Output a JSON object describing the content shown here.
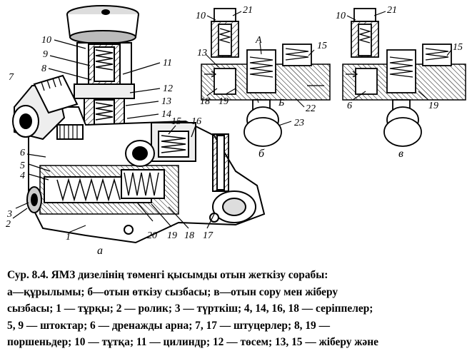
{
  "figure": {
    "main_labels": [
      "1",
      "2",
      "3",
      "4",
      "5",
      "6",
      "7",
      "8",
      "9",
      "10",
      "11",
      "12",
      "13",
      "14",
      "15",
      "16",
      "17",
      "18",
      "19",
      "20"
    ],
    "main_caption": "а",
    "b_labels": [
      "10",
      "21",
      "13",
      "А",
      "15",
      "18",
      "19",
      "Б",
      "22",
      "23"
    ],
    "b_caption": "б",
    "v_labels": [
      "10",
      "21",
      "15",
      "6",
      "19"
    ],
    "v_caption": "в"
  },
  "caption": {
    "lines": [
      "Сур. 8.4. ЯМЗ дизелінің төменгі қысымды отын жеткізу сорабы:",
      "а—құрылымы; б—отын өткізу сызбасы; в—отын сору мен жіберу",
      "сызбасы;  1 — тұрқы; 2 — ролик; 3 — түрткіш;  4, 14, 16, 18 — серіппелер;",
      "5, 9 — штоктар; 6 — дренажды арна; 7, 17 — штуцерлер; 8, 19 —",
      "поршеньдер; 10 — тұтқа; 11 — цилиндр; 12 — төсем; 13, 15 — жіберу және"
    ]
  }
}
